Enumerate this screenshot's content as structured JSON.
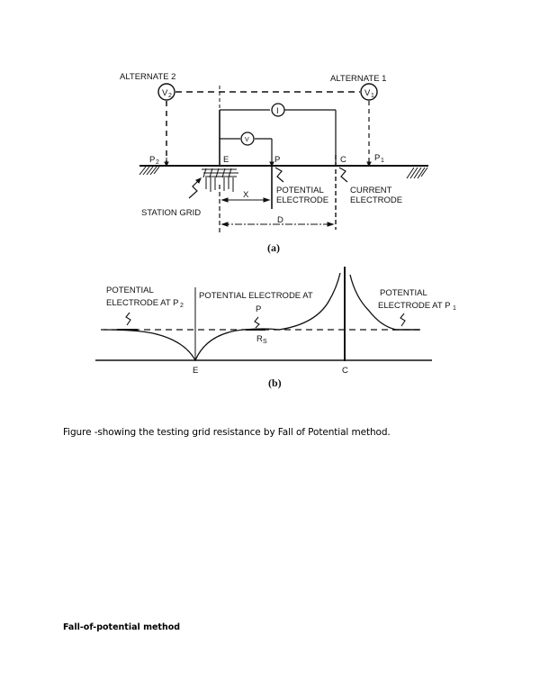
{
  "figure_a": {
    "labels": {
      "alternate2": "ALTERNATE 2",
      "alternate1": "ALTERNATE 1",
      "v2": "V",
      "v2_sub": "2",
      "v1": "V",
      "v1_sub": "1",
      "ammeter": "I",
      "voltmeter": "V",
      "p2": "P",
      "p2_sub": "2",
      "p1": "P",
      "p1_sub": "1",
      "e": "E",
      "p": "P",
      "c": "C",
      "x": "X",
      "d": "D",
      "station_grid": "STATION GRID",
      "potential_electrode_1": "POTENTIAL",
      "potential_electrode_2": "ELECTRODE",
      "current_electrode_1": "CURRENT",
      "current_electrode_2": "ELECTRODE"
    },
    "caption": "(a)"
  },
  "figure_b": {
    "labels": {
      "left_1": "POTENTIAL",
      "left_2": "ELECTRODE AT P",
      "left_sub": "2",
      "middle": "POTENTIAL ELECTRODE AT",
      "middle_p": "P",
      "rs": "R",
      "rs_sub": "S",
      "right_1": "POTENTIAL",
      "right_2": "ELECTRODE AT P",
      "right_sub": "1",
      "e": "E",
      "c": "C"
    },
    "caption": "(b)"
  },
  "text": {
    "figure_caption": "Figure -showing the testing grid resistance by Fall of Potential method.",
    "section_heading": "Fall-of-potential method"
  }
}
